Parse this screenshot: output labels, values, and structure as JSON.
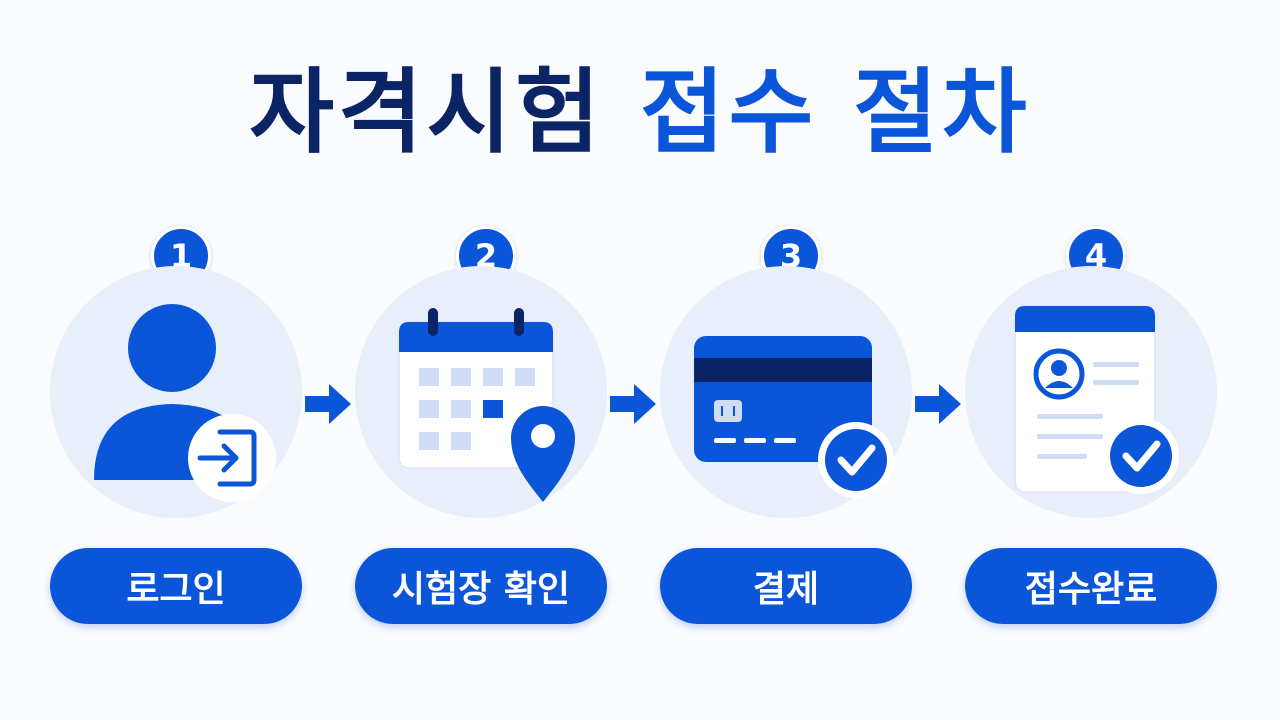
{
  "title": {
    "part1": "자격시험",
    "part2": "접수 절차"
  },
  "steps": [
    {
      "number": "1",
      "label": "로그인",
      "icon": "user-login-icon"
    },
    {
      "number": "2",
      "label": "시험장 확인",
      "icon": "calendar-location-icon"
    },
    {
      "number": "3",
      "label": "결제",
      "icon": "credit-card-check-icon"
    },
    {
      "number": "4",
      "label": "접수완료",
      "icon": "document-check-icon"
    }
  ],
  "colors": {
    "primary": "#0b55d9",
    "dark_navy": "#0b2466",
    "light_circle": "#e8effb",
    "light_square": "#cfdcf6"
  }
}
